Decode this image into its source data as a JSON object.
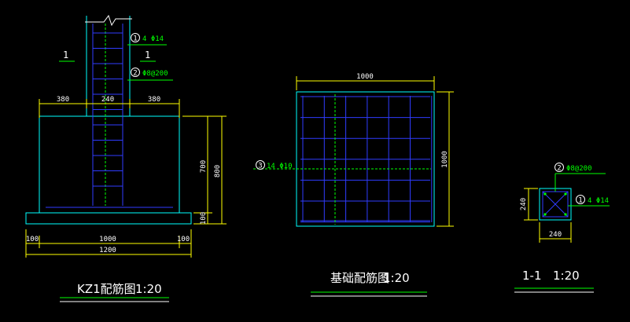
{
  "colors": {
    "background": "#000000",
    "concrete": "#00ffff",
    "rebar": "#2f3cff",
    "stirrup": "#00ff00",
    "dimension": "#ffff00",
    "text": "#ffffff"
  },
  "kz1": {
    "title": "KZ1配筋图",
    "scale": "1:20",
    "section_mark": "1",
    "bar1_num": "1",
    "bar1_text": "4 Φ14",
    "bar2_num": "2",
    "bar2_text": "Φ8@200",
    "dim_left": "380",
    "dim_col": "240",
    "dim_right": "380",
    "dim_700": "700",
    "dim_800": "800",
    "dim_100v": "100",
    "dim_100a": "100",
    "dim_1000": "1000",
    "dim_100b": "100",
    "dim_1200": "1200"
  },
  "foundation": {
    "title": "基础配筋图",
    "scale": "1:20",
    "dim_top": "1000",
    "dim_right": "1000",
    "bar3_num": "3",
    "bar3_text": "14 Φ10"
  },
  "section11": {
    "title": "1-1",
    "scale": "1:20",
    "bar2_num": "2",
    "bar2_text": "Φ8@200",
    "bar1_num": "1",
    "bar1_text": "4 Φ14",
    "dim_side": "240",
    "dim_bottom": "240"
  }
}
